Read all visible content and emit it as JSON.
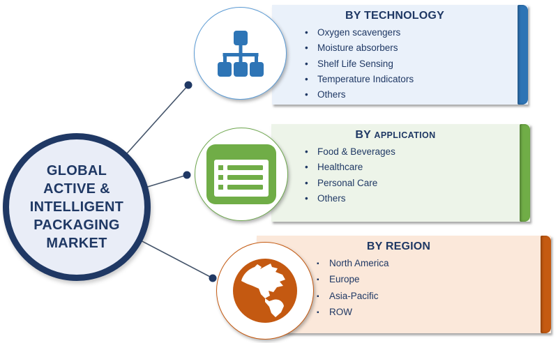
{
  "center": {
    "lines": [
      "GLOBAL",
      "ACTIVE &",
      "INTELLIGENT",
      "PACKAGING",
      "MARKET"
    ]
  },
  "sections": [
    {
      "title_prefix": "BY",
      "title_name": "TECHNOLOGY",
      "bullet": "•",
      "items": [
        "Oxygen scavengers",
        "Moisture absorbers",
        "Shelf Life Sensing",
        "Temperature Indicators",
        "Others"
      ],
      "accent": "#2E74B5",
      "panel_bg": "#EAF1FA",
      "icon": "org-chart-icon"
    },
    {
      "title_prefix": "BY",
      "title_name": "APPLICATION",
      "bullet": "•",
      "items": [
        "Food & Beverages",
        "Healthcare",
        "Personal Care",
        "Others"
      ],
      "accent": "#70AD47",
      "panel_bg": "#EDF4E9",
      "icon": "list-icon"
    },
    {
      "title_prefix": "BY",
      "title_name": "REGION",
      "bullet": "▪",
      "items": [
        "North America",
        "Europe",
        "Asia-Pacific",
        "ROW"
      ],
      "accent": "#C55A11",
      "panel_bg": "#FBE8DA",
      "icon": "globe-icon"
    }
  ],
  "colors": {
    "navy_text": "#1F3864",
    "connector_line": "#44546A",
    "technology_icon_blue": "#2E75B6",
    "application_icon_green": "#70AD47",
    "region_icon_orange": "#C45911"
  }
}
